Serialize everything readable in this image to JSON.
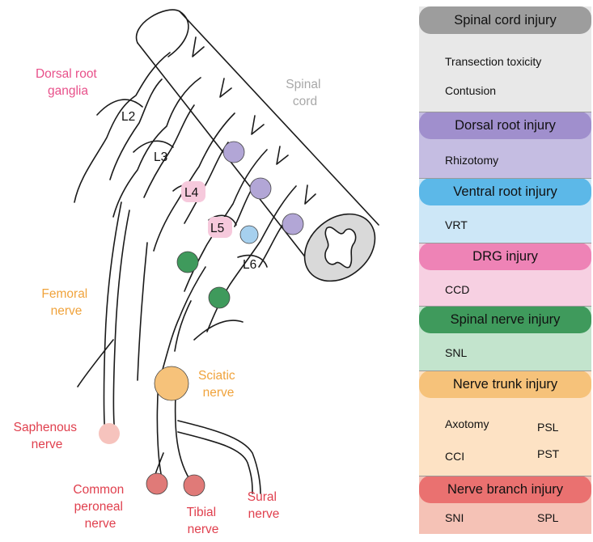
{
  "diagram": {
    "labels": {
      "drg": [
        "Dorsal root",
        "ganglia"
      ],
      "spinal_cord": [
        "Spinal",
        "cord"
      ],
      "L2": "L2",
      "L3": "L3",
      "L4": "L4",
      "L5": "L5",
      "L6": "L6",
      "femoral": [
        "Femoral",
        "nerve"
      ],
      "sciatic": [
        "Sciatic",
        "nerve"
      ],
      "saphenous": [
        "Saphenous",
        "nerve"
      ],
      "common_peroneal": [
        "Common",
        "peroneal",
        "nerve"
      ],
      "tibial": [
        "Tibial",
        "nerve"
      ],
      "sural": [
        "Sural",
        "nerve"
      ]
    },
    "colors": {
      "label_pink": "#e8508a",
      "label_orange": "#f0a33c",
      "label_red": "#e0404e",
      "label_gray": "#a8a8a8",
      "marker_purple": "#b2a6d6",
      "marker_blue": "#a6d0ee",
      "marker_pink": "#f6c9dc",
      "marker_green": "#3f9a5c",
      "marker_orange": "#f6c27a",
      "marker_salmon": "#f6c3bd",
      "marker_red": "#e07a78"
    }
  },
  "injury_panel": {
    "sections": [
      {
        "title": "Spinal cord injury",
        "header_color": "#9d9d9d",
        "bg_color": "#e8e8e8",
        "items": [
          "Transection toxicity",
          "Contusion"
        ]
      },
      {
        "title": "Dorsal root injury",
        "header_color": "#a08fcd",
        "bg_color": "#c5bde2",
        "items": [
          "Rhizotomy"
        ]
      },
      {
        "title": "Ventral root injury",
        "header_color": "#5cb8e8",
        "bg_color": "#cde7f7",
        "items": [
          "VRT"
        ]
      },
      {
        "title": "DRG injury",
        "header_color": "#ee83b6",
        "bg_color": "#f7d0e2",
        "items": [
          "CCD"
        ]
      },
      {
        "title": "Spinal nerve injury",
        "header_color": "#3f9a5c",
        "bg_color": "#c3e4cd",
        "items": [
          "SNL"
        ]
      },
      {
        "title": "Nerve trunk injury",
        "header_color": "#f6c27a",
        "bg_color": "#fde2c4",
        "items": [
          "Axotomy",
          "PSL",
          "CCI",
          "PST"
        ]
      },
      {
        "title": "Nerve branch injury",
        "header_color": "#ea7170",
        "bg_color": "#f5c2b6",
        "items": [
          "SNI",
          "SPL"
        ]
      }
    ]
  }
}
